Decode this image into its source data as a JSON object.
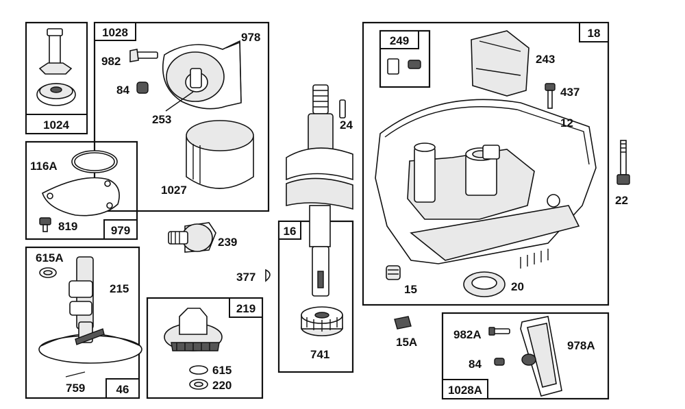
{
  "box_tags": {
    "b1024": "1024",
    "b1028": "1028",
    "b979": "979",
    "b46": "46",
    "b219": "219",
    "b16": "16",
    "b249": "249",
    "b18": "18",
    "b1028A": "1028A"
  },
  "part_labels": {
    "p978": "978",
    "p982": "982",
    "p84": "84",
    "p253": "253",
    "p1027": "1027",
    "p116A": "116A",
    "p819": "819",
    "p615A": "615A",
    "p215": "215",
    "p759": "759",
    "p239": "239",
    "p377": "377",
    "p615": "615",
    "p220": "220",
    "p24": "24",
    "p741": "741",
    "p243": "243",
    "p437": "437",
    "p12": "12",
    "p22": "22",
    "p15": "15",
    "p20": "20",
    "p15A": "15A",
    "p982A": "982A",
    "p84b": "84",
    "p978A": "978A"
  }
}
